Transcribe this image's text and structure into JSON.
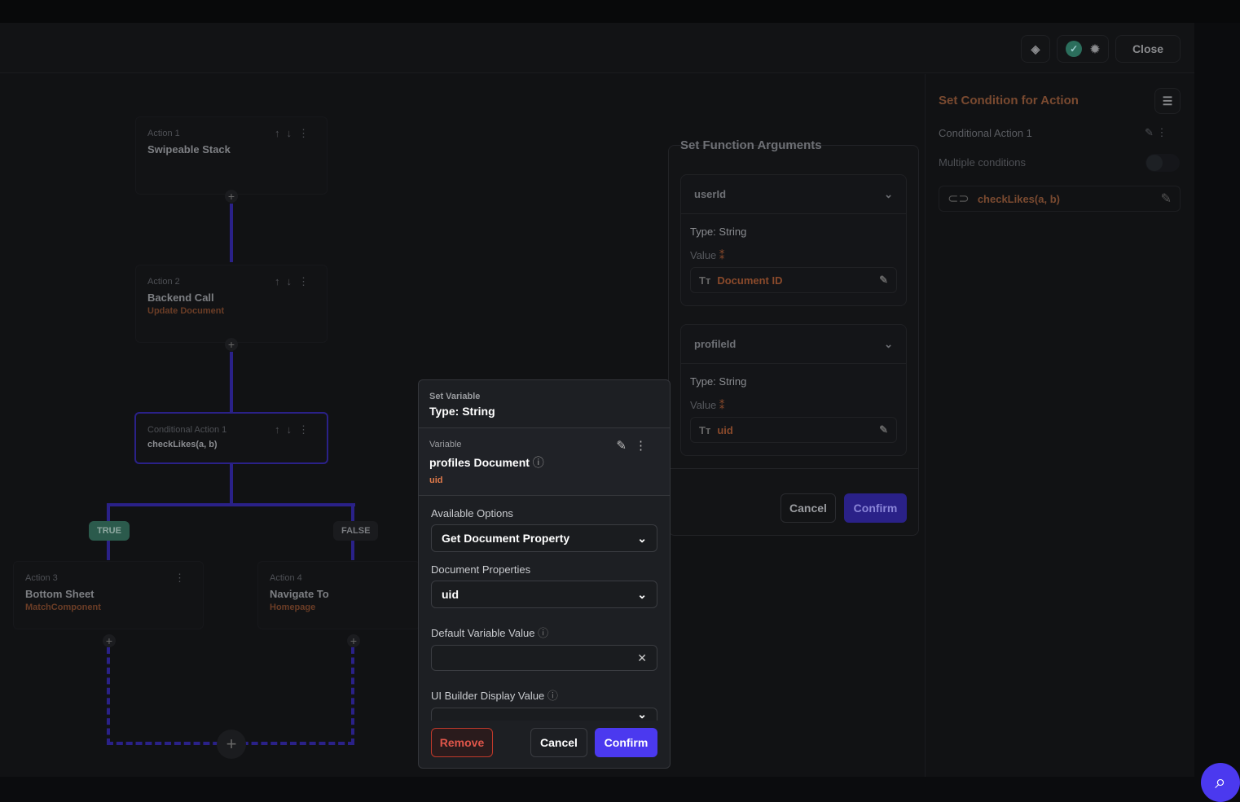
{
  "header": {
    "close_label": "Close"
  },
  "flow": {
    "nodes": [
      {
        "label": "Action 1",
        "title": "Swipeable Stack",
        "subtitle": ""
      },
      {
        "label": "Action 2",
        "title": "Backend Call",
        "subtitle": "Update Document"
      },
      {
        "label": "Conditional Action 1",
        "title": "checkLikes(a, b)"
      },
      {
        "label": "Action 3",
        "title": "Bottom Sheet",
        "subtitle": "MatchComponent"
      },
      {
        "label": "Action 4",
        "title": "Navigate To",
        "subtitle": "Homepage"
      }
    ],
    "true_label": "TRUE",
    "false_label": "FALSE"
  },
  "right_panel": {
    "title": "Set Condition for Action",
    "action_name": "Conditional Action 1",
    "multiple_conditions": "Multiple conditions",
    "multiple_conditions_on": false,
    "condition": "checkLikes(a, b)"
  },
  "function_args": {
    "title": "Set Function Arguments",
    "args": [
      {
        "name": "userId",
        "type": "Type: String",
        "value_label": "Value",
        "value": "Document ID"
      },
      {
        "name": "profileId",
        "type": "Type: String",
        "value_label": "Value",
        "value": "uid"
      }
    ],
    "cancel": "Cancel",
    "confirm": "Confirm"
  },
  "set_variable": {
    "heading": "Set Variable",
    "type": "Type: String",
    "variable_label": "Variable",
    "variable_name": "profiles Document",
    "variable_field": "uid",
    "available_options_label": "Available Options",
    "available_options_value": "Get Document Property",
    "document_properties_label": "Document Properties",
    "document_properties_value": "uid",
    "default_value_label": "Default Variable Value",
    "default_value": "",
    "ui_builder_label": "UI Builder Display Value",
    "remove": "Remove",
    "cancel": "Cancel",
    "confirm": "Confirm"
  },
  "colors": {
    "accent": "#4b39ef",
    "orange": "#e07a4a",
    "true_green": "#2b5a4c"
  }
}
